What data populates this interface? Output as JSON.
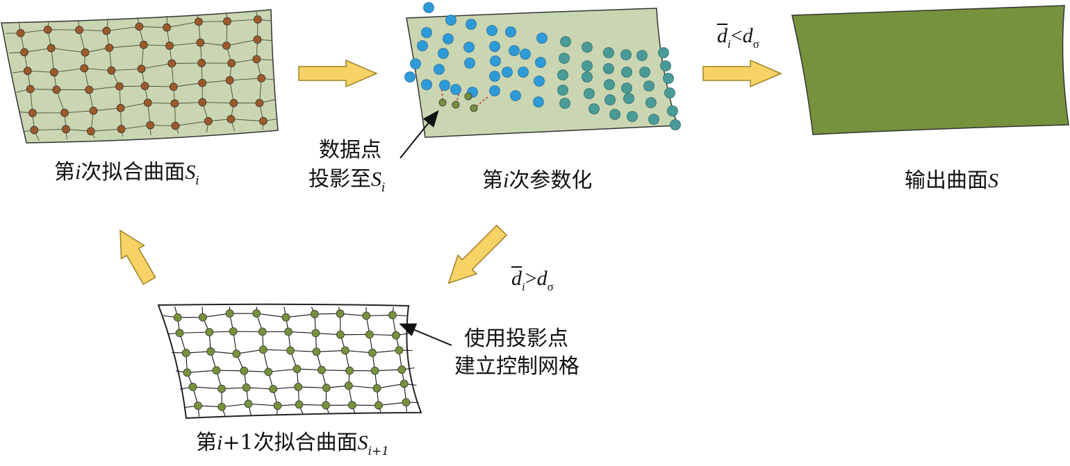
{
  "labels": {
    "surface_i": "第i次拟合曲面S",
    "surface_i_prefix": "第",
    "surface_i_var": "i",
    "surface_i_mid": "次拟合曲面",
    "surface_i_S": "S",
    "surface_i_sub": "i",
    "param_prefix": "第",
    "param_var": "i",
    "param_rest": "次参数化",
    "output_text": "输出曲面",
    "output_S": "S",
    "proj_line1": "数据点",
    "proj_line2": "投影至",
    "proj_S": "S",
    "proj_sub": "i",
    "next_prefix": "第",
    "next_var": "i",
    "next_mid": "+1次拟合曲面",
    "next_S": "S",
    "next_sub": "i+1",
    "mesh_line1": "使用投影点",
    "mesh_line2": "建立控制网格"
  },
  "conditions": {
    "stop": {
      "d": "d",
      "i": "i",
      "op": "<",
      "d2": "d",
      "sigma": "σ"
    },
    "continue": {
      "d": "d",
      "i": "i",
      "op": ">",
      "d2": "d",
      "sigma": "σ"
    }
  },
  "colors": {
    "surface_fill": "#c9d6b1",
    "output_fill": "#76923c",
    "brown_point": "#9c5a2a",
    "blue_point": "#2f9ad8",
    "teal_point": "#4a9a98",
    "green_point": "#76923c",
    "arrow_fill": "#f7d267",
    "arrow_stroke": "#9d8120"
  }
}
